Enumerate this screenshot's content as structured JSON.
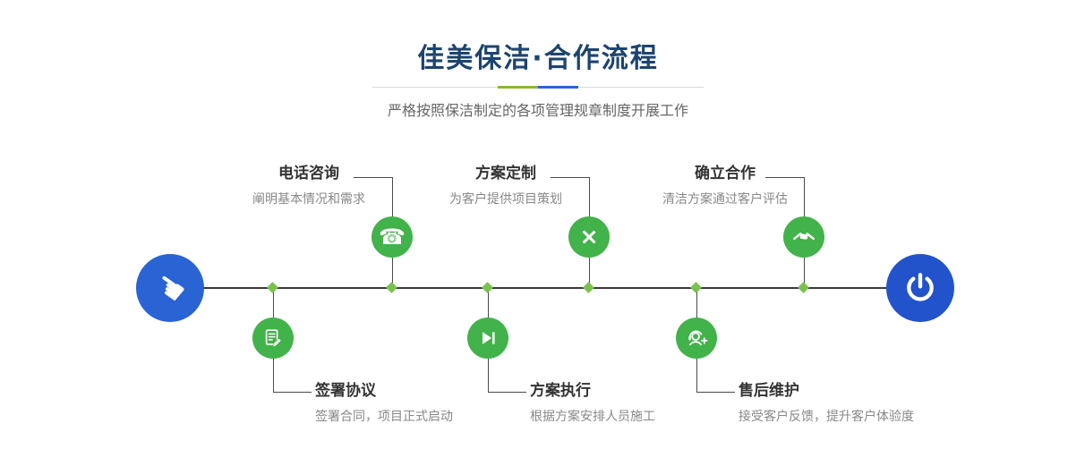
{
  "header": {
    "title": "佳美保洁·合作流程",
    "subtitle": "严格按照保洁制定的各项管理规章制度开展工作"
  },
  "timeline": {
    "start_icon": "hand-pointer-icon",
    "end_icon": "power-icon",
    "hand_glyph": "☚"
  },
  "steps_top": [
    {
      "title": "电话咨询",
      "desc": "阐明基本情况和需求",
      "icon": "phone-icon",
      "glyph": "☎"
    },
    {
      "title": "方案定制",
      "desc": "为客户提供项目策划",
      "icon": "design-tools-icon"
    },
    {
      "title": "确立合作",
      "desc": "清洁方案通过客户评估",
      "icon": "handshake-icon"
    }
  ],
  "steps_bottom": [
    {
      "title": "签署协议",
      "desc": "签署合同，项目正式启动",
      "icon": "contract-icon"
    },
    {
      "title": "方案执行",
      "desc": "根据方案安排人员施工",
      "icon": "play-next-icon"
    },
    {
      "title": "售后维护",
      "desc": "接受客户反馈，提升客户体验度",
      "icon": "customer-service-icon"
    }
  ],
  "colors": {
    "title_navy": "#1c4470",
    "accent_blue": "#2a63d4",
    "accent_green": "#42b24a",
    "diamond_green": "#79c24e",
    "divider_green": "#8ab832",
    "divider_blue": "#2a63d4",
    "line_dark": "#3a3a3a"
  }
}
